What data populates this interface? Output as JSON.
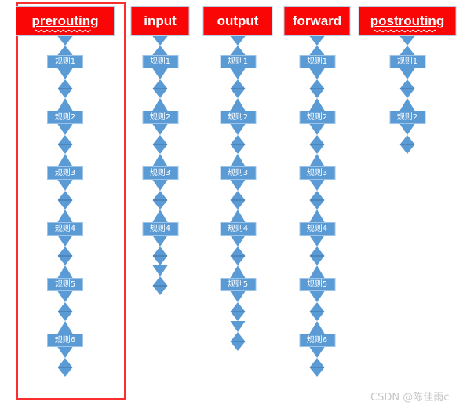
{
  "page": {
    "background": "#ffffff",
    "watermark": "CSDN @陈佳雨c"
  },
  "colors": {
    "header_red": "#fa0606",
    "highlight_rect_red": "#fa2e2e",
    "node_blue": "#5b9bd5",
    "node_border_light_blue": "#9dc3e6",
    "diamond_midline": "#4e86ba",
    "text_white": "#ffffff",
    "watermark_gray": "#c6c6c6"
  },
  "diagram": {
    "description": "iptables chains flow diagram",
    "columns": [
      {
        "id": "prerouting",
        "label": "prerouting",
        "underlined": true,
        "highlighted": true,
        "rules": [
          "规则1",
          "规则2",
          "规则3",
          "规则4",
          "规则5",
          "规则6"
        ],
        "terminal": "single"
      },
      {
        "id": "input",
        "label": "input",
        "underlined": false,
        "highlighted": false,
        "rules": [
          "规则1",
          "规则2",
          "规则3",
          "规则4"
        ],
        "terminal": "double"
      },
      {
        "id": "output",
        "label": "output",
        "underlined": false,
        "highlighted": false,
        "rules": [
          "规则1",
          "规则2",
          "规则3",
          "规则4",
          "规则5"
        ],
        "terminal": "double"
      },
      {
        "id": "forward",
        "label": "forward",
        "underlined": false,
        "highlighted": false,
        "rules": [
          "规则1",
          "规则2",
          "规则3",
          "规则4",
          "规则5",
          "规则6"
        ],
        "terminal": "single"
      },
      {
        "id": "postrouting",
        "label": "postrouting",
        "underlined": true,
        "highlighted": false,
        "rules": [
          "规则1",
          "规则2"
        ],
        "terminal": "single"
      }
    ]
  }
}
